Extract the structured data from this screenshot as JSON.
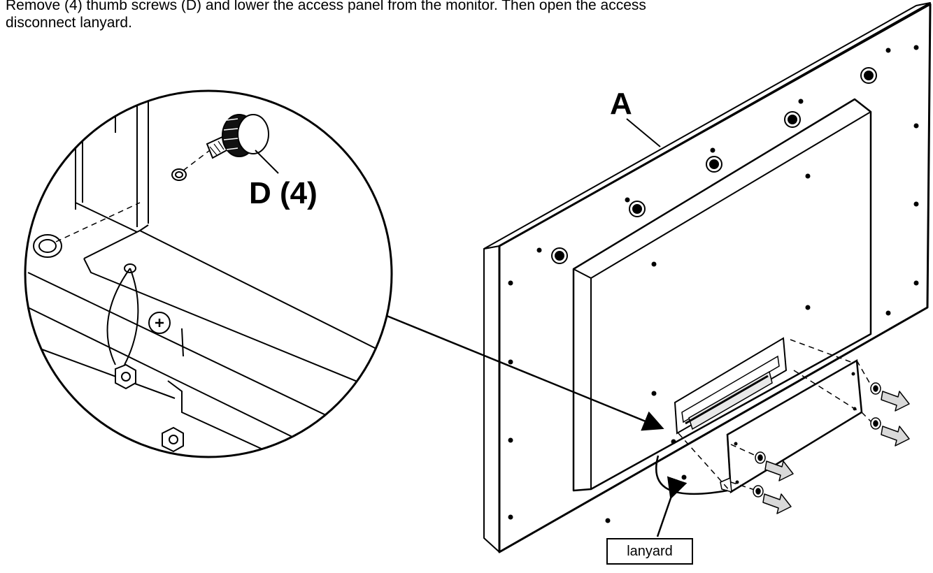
{
  "instruction": {
    "line1_partial": "Remove (4) thumb screws (D) and lower the access panel from the monitor. Then open the access",
    "line2": "disconnect lanyard."
  },
  "callouts": {
    "monitor": "A",
    "thumb_screws": "D (4)",
    "lanyard": "lanyard"
  },
  "colors": {
    "line": "#000000",
    "fill": "#ffffff",
    "arrow_fill": "#d9d9d9"
  }
}
